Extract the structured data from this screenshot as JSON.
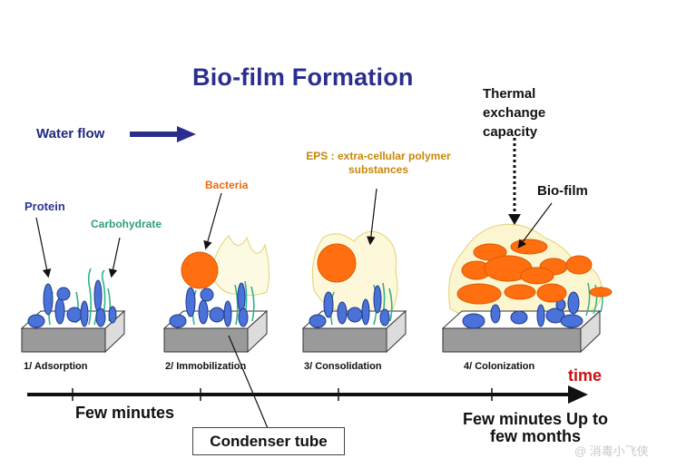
{
  "title": "Bio-film Formation",
  "water_flow": "Water flow",
  "labels": {
    "protein": "Protein",
    "carbohydrate": "Carbohydrate",
    "bacteria": "Bacteria",
    "eps": "EPS : extra-cellular polymer substances",
    "thermal": "Thermal exchange capacity",
    "biofilm": "Bio-film"
  },
  "stages": [
    "1/ Adsorption",
    "2/ Immobilization",
    "3/ Consolidation",
    "4/ Colonization"
  ],
  "timeline": {
    "axis_label": "time",
    "start": "Few minutes",
    "end": "Few minutes Up to few months"
  },
  "condenser": "Condenser tube",
  "watermark": "@ 消毒小飞侠",
  "colors": {
    "title": "#2a2f8f",
    "protein": "#4a72d8",
    "carbohydrate": "#2f9e7e",
    "bacteria": "#ff6f0f",
    "eps": "#f2e48a",
    "surface": "#9a9a9a",
    "time": "#d01010"
  }
}
